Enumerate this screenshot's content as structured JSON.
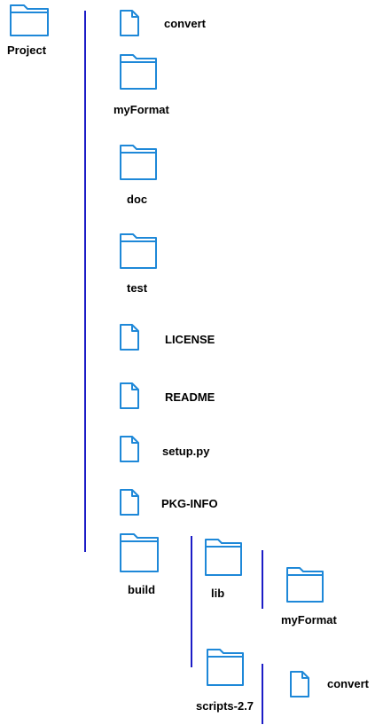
{
  "colors": {
    "icon_stroke": "#1e88d8",
    "icon_fill": "#ffffff",
    "connector": "#1c1cc6",
    "text": "#000000"
  },
  "tree": {
    "root": {
      "label": "Project",
      "icon": "folder-icon"
    },
    "children": [
      {
        "label": "convert",
        "icon": "file-icon"
      },
      {
        "label": "myFormat",
        "icon": "folder-icon"
      },
      {
        "label": "doc",
        "icon": "folder-icon"
      },
      {
        "label": "test",
        "icon": "folder-icon"
      },
      {
        "label": "LICENSE",
        "icon": "file-icon"
      },
      {
        "label": "README",
        "icon": "file-icon"
      },
      {
        "label": "setup.py",
        "icon": "file-icon"
      },
      {
        "label": "PKG-INFO",
        "icon": "file-icon"
      },
      {
        "label": "build",
        "icon": "folder-icon",
        "children": [
          {
            "label": "lib",
            "icon": "folder-icon",
            "children": [
              {
                "label": "myFormat",
                "icon": "folder-icon"
              }
            ]
          },
          {
            "label": "scripts-2.7",
            "icon": "folder-icon",
            "children": [
              {
                "label": "convert",
                "icon": "file-icon"
              }
            ]
          }
        ]
      }
    ]
  }
}
